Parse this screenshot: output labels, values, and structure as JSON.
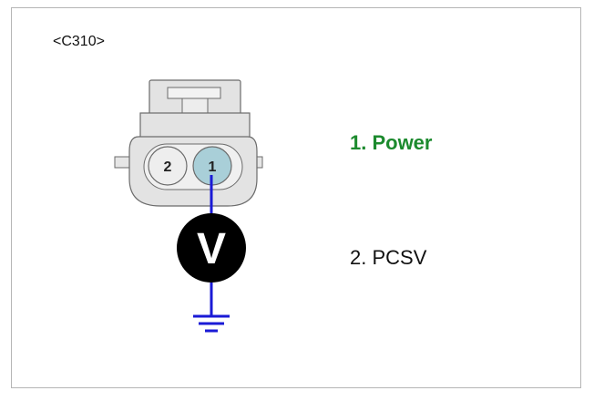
{
  "connector": {
    "id_label": "<C310>",
    "pins": [
      {
        "number": "2",
        "highlighted": false
      },
      {
        "number": "1",
        "highlighted": true
      }
    ]
  },
  "meter": {
    "symbol": "V"
  },
  "legend": {
    "items": [
      {
        "label": "1. Power",
        "color": "#1c8a2e"
      },
      {
        "label": "2. PCSV",
        "color": "#111111"
      }
    ]
  },
  "colors": {
    "wire": "#1a1ad6",
    "pin_highlight": "#a9cfd8",
    "connector_fill": "#e3e3e3",
    "connector_stroke": "#6b6b6b",
    "meter_fill": "#000000"
  }
}
